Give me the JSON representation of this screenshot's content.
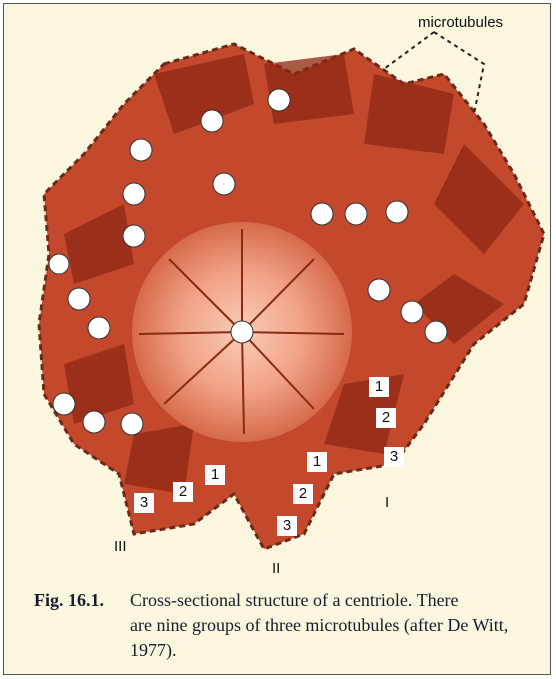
{
  "figure": {
    "caption_label": "Fig. 16.1.",
    "caption_text_line1": "Cross-sectional structure of a centriole. There",
    "caption_text_rest": "are nine groups of three microtubules (after De Witt, 1977).",
    "callout_label": "microtubules",
    "triplet_labels": {
      "group_I": "I",
      "group_II": "II",
      "group_III": "III"
    },
    "tubule_numbers": [
      "1",
      "2",
      "3"
    ]
  },
  "colors": {
    "background": "#fbf6de",
    "tissue_dark": "#a8321a",
    "tissue_light": "#f1a287",
    "center": "#f6b7a0"
  }
}
